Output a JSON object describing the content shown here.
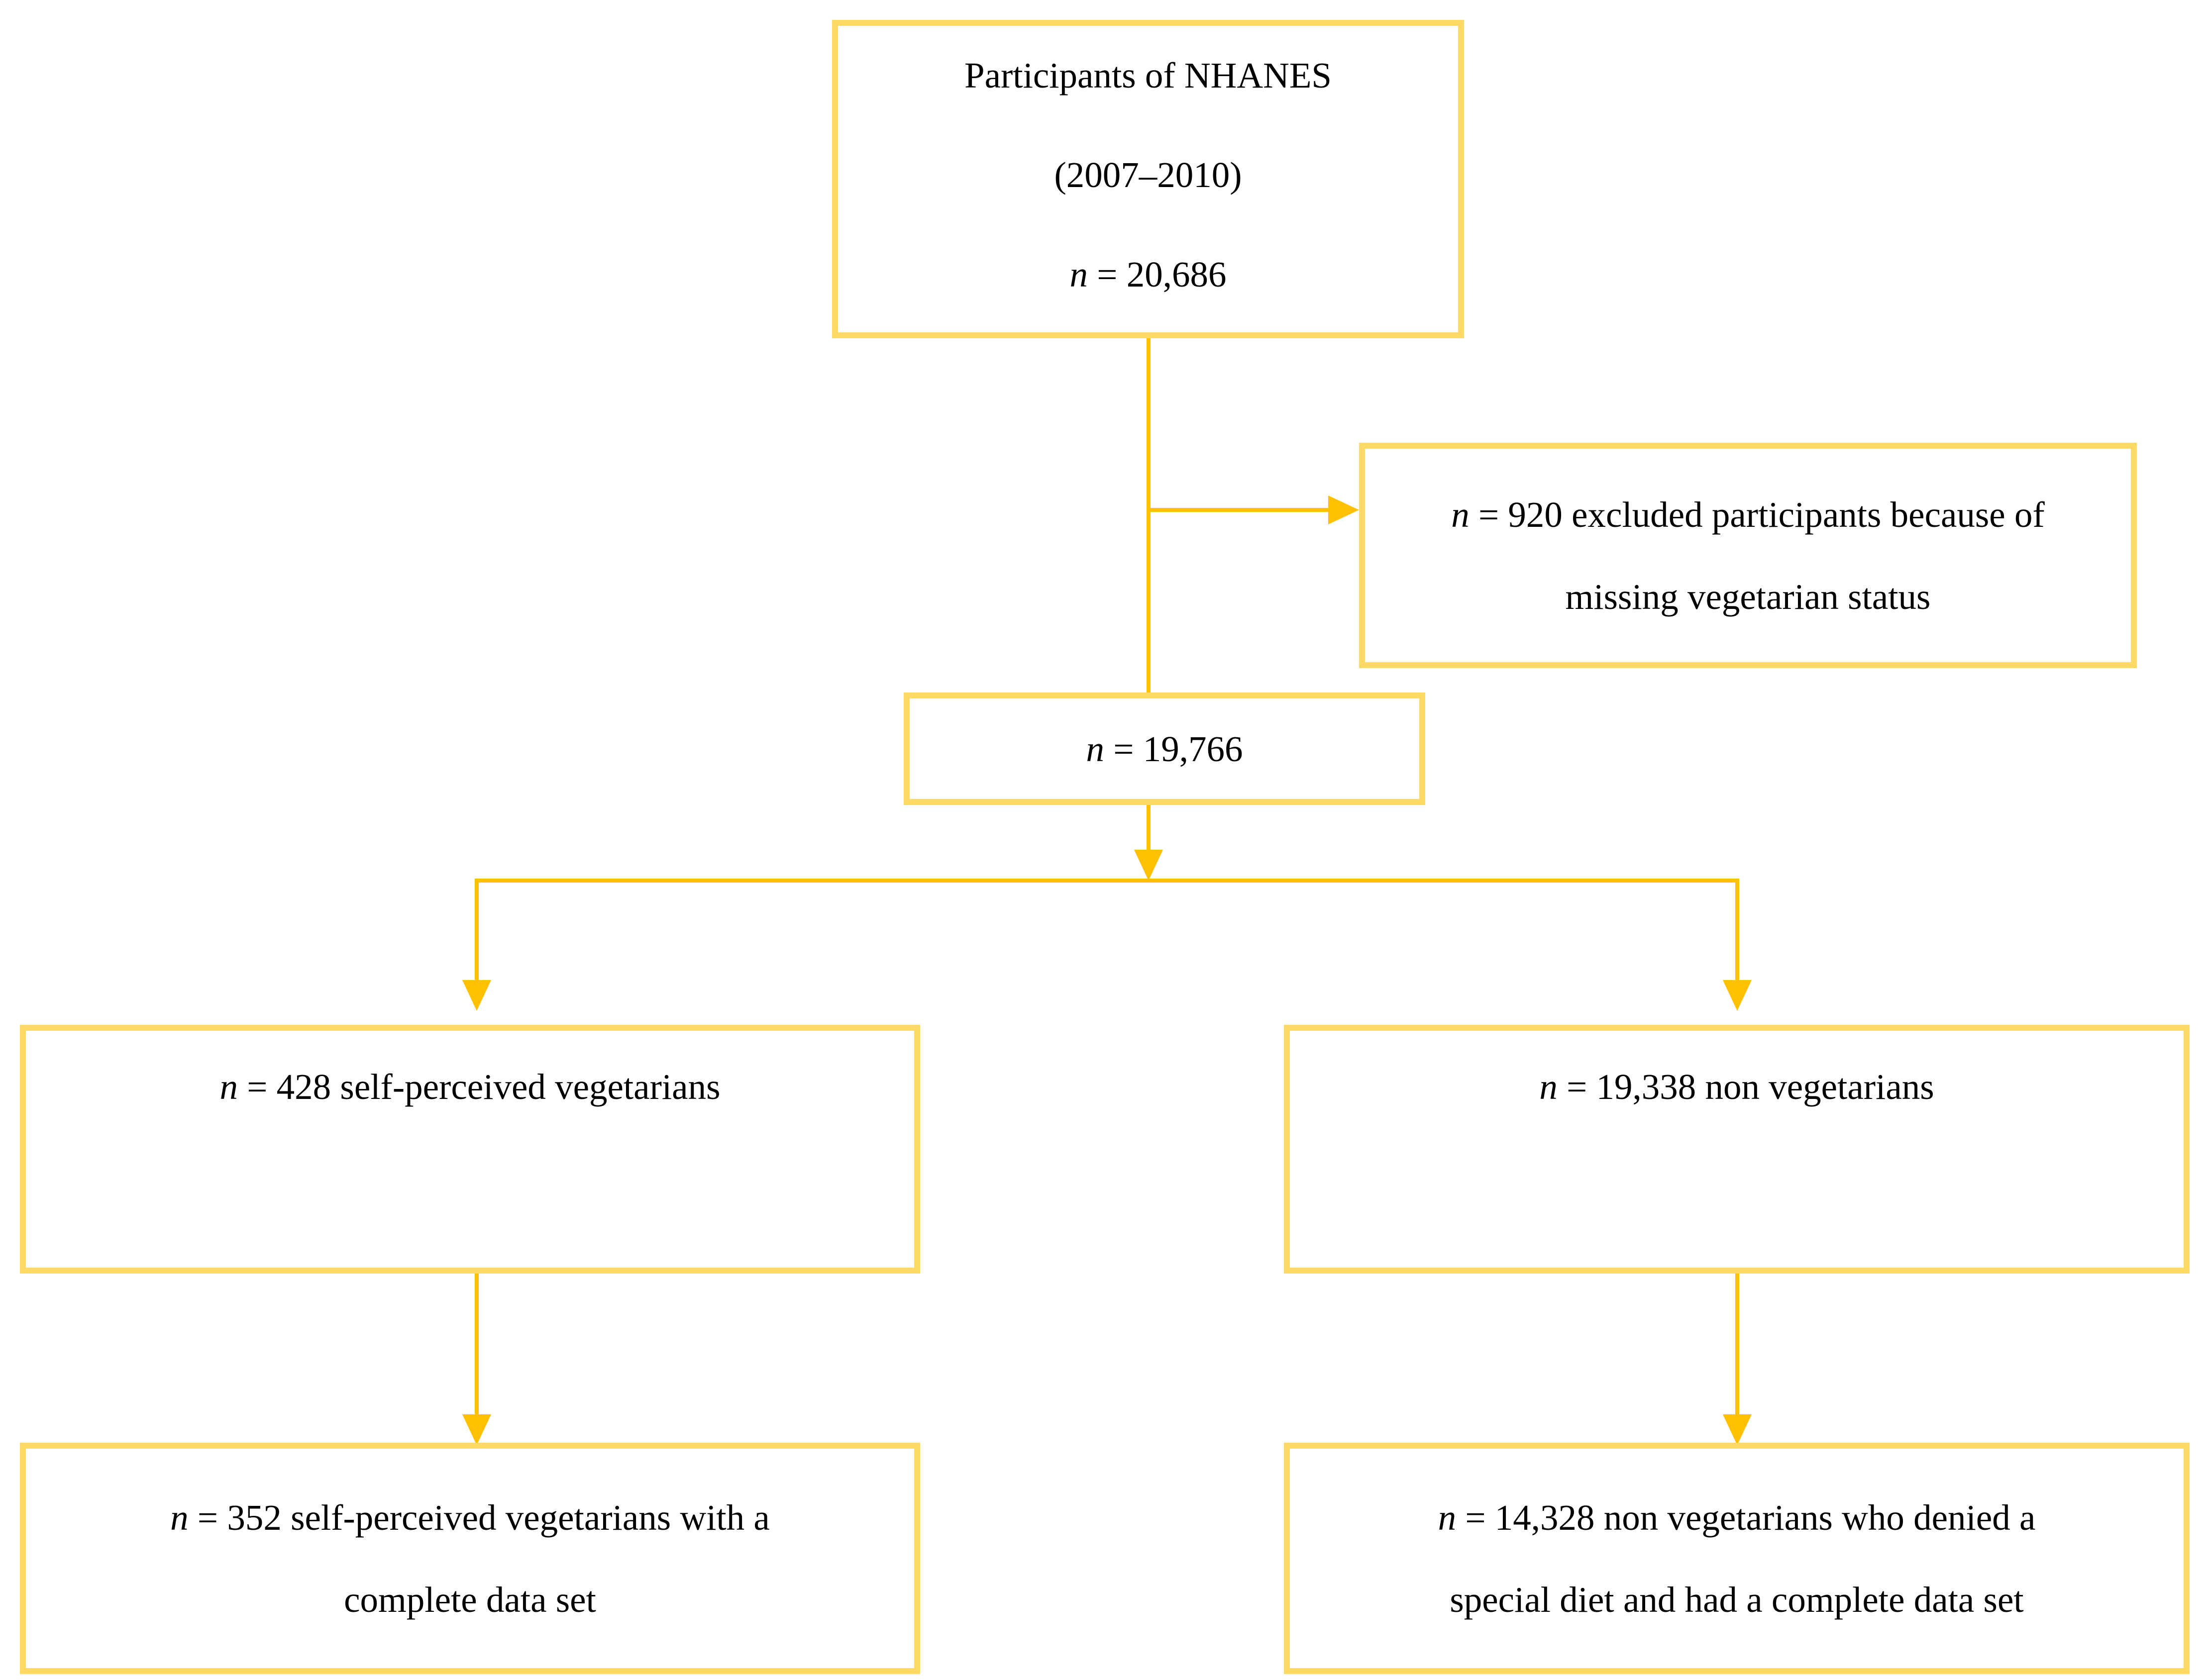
{
  "figure": {
    "type": "participant-flow-diagram",
    "colors": {
      "box_border": "#FFD966",
      "connector": "#FFC000",
      "text": "#000000"
    },
    "boxes": {
      "top": {
        "lines": [
          "Participants of NHANES",
          "(2007–2010)",
          "n = 20,686"
        ]
      },
      "excluded": {
        "lines": [
          "n = 920 excluded participants because of",
          "missing vegetarian status"
        ]
      },
      "after_exclusion": {
        "lines": [
          "n = 19,766"
        ]
      },
      "vegetarians": {
        "lines": [
          "n = 428 self-perceived vegetarians"
        ]
      },
      "non_vegetarians": {
        "lines": [
          "n = 19,338 non vegetarians"
        ]
      },
      "vegetarians_complete": {
        "lines": [
          "n = 352 self-perceived vegetarians with a",
          "complete data set"
        ]
      },
      "non_vegetarians_complete": {
        "lines": [
          "n = 14,328 non vegetarians who denied a",
          "special diet and had a complete data set"
        ]
      }
    }
  }
}
